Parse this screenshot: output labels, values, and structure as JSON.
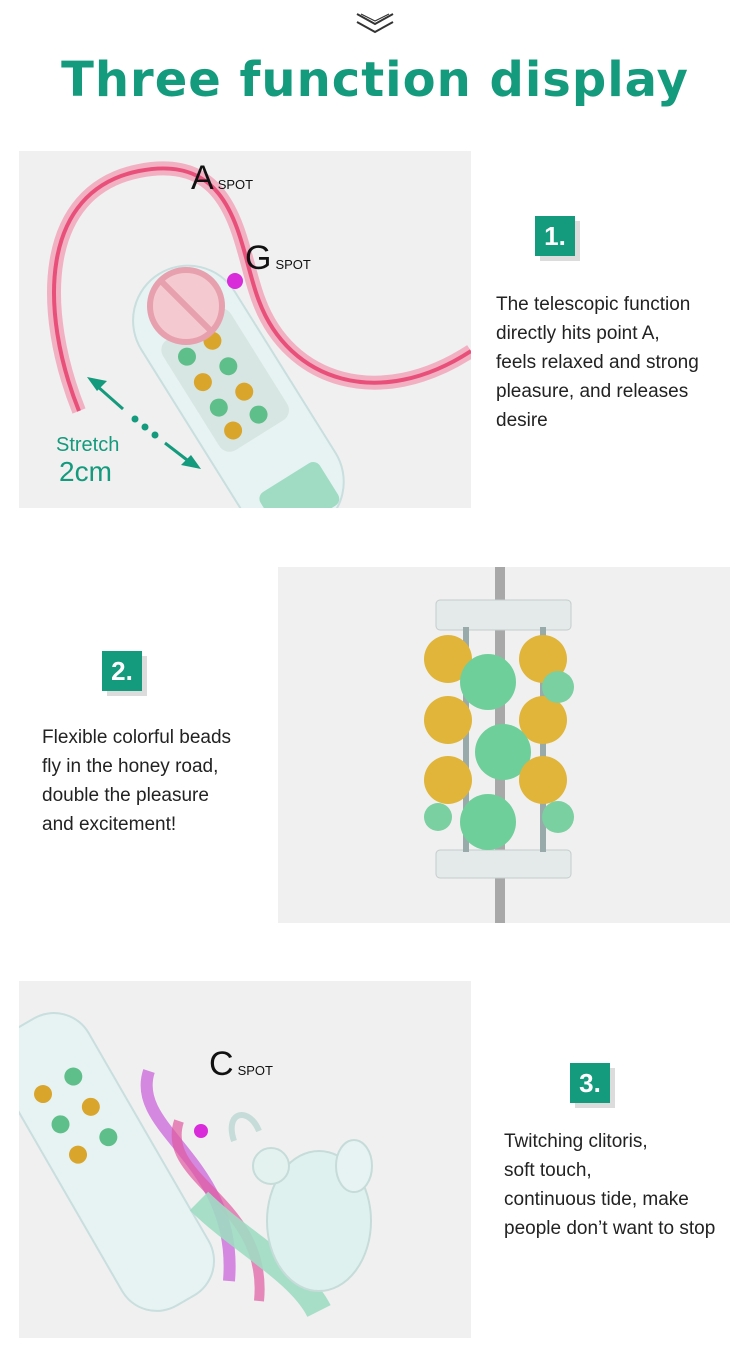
{
  "header": {
    "title": "Three function display",
    "chevron_icon": "double-chevron-down-icon"
  },
  "sections": [
    {
      "number": "1.",
      "description": "The telescopic function\ndirectly hits point A,\nfeels relaxed and strong\npleasure, and releases\ndesire",
      "labels": {
        "a_letter": "A",
        "a_suffix": "SPOT",
        "g_letter": "G",
        "g_suffix": "SPOT",
        "stretch_word": "Stretch",
        "stretch_value": "2cm"
      }
    },
    {
      "number": "2.",
      "description": "Flexible colorful beads\nfly in the honey road,\ndouble the pleasure\nand excitement!"
    },
    {
      "number": "3.",
      "description": "Twitching clitoris,\nsoft touch,\ncontinuous tide, make\npeople don’t want to stop",
      "labels": {
        "c_letter": "C",
        "c_suffix": "SPOT"
      }
    }
  ],
  "colors": {
    "brand_green": "#149a7c",
    "panel_bg": "#f0f0f0",
    "spot_magenta": "#d92bd9"
  }
}
